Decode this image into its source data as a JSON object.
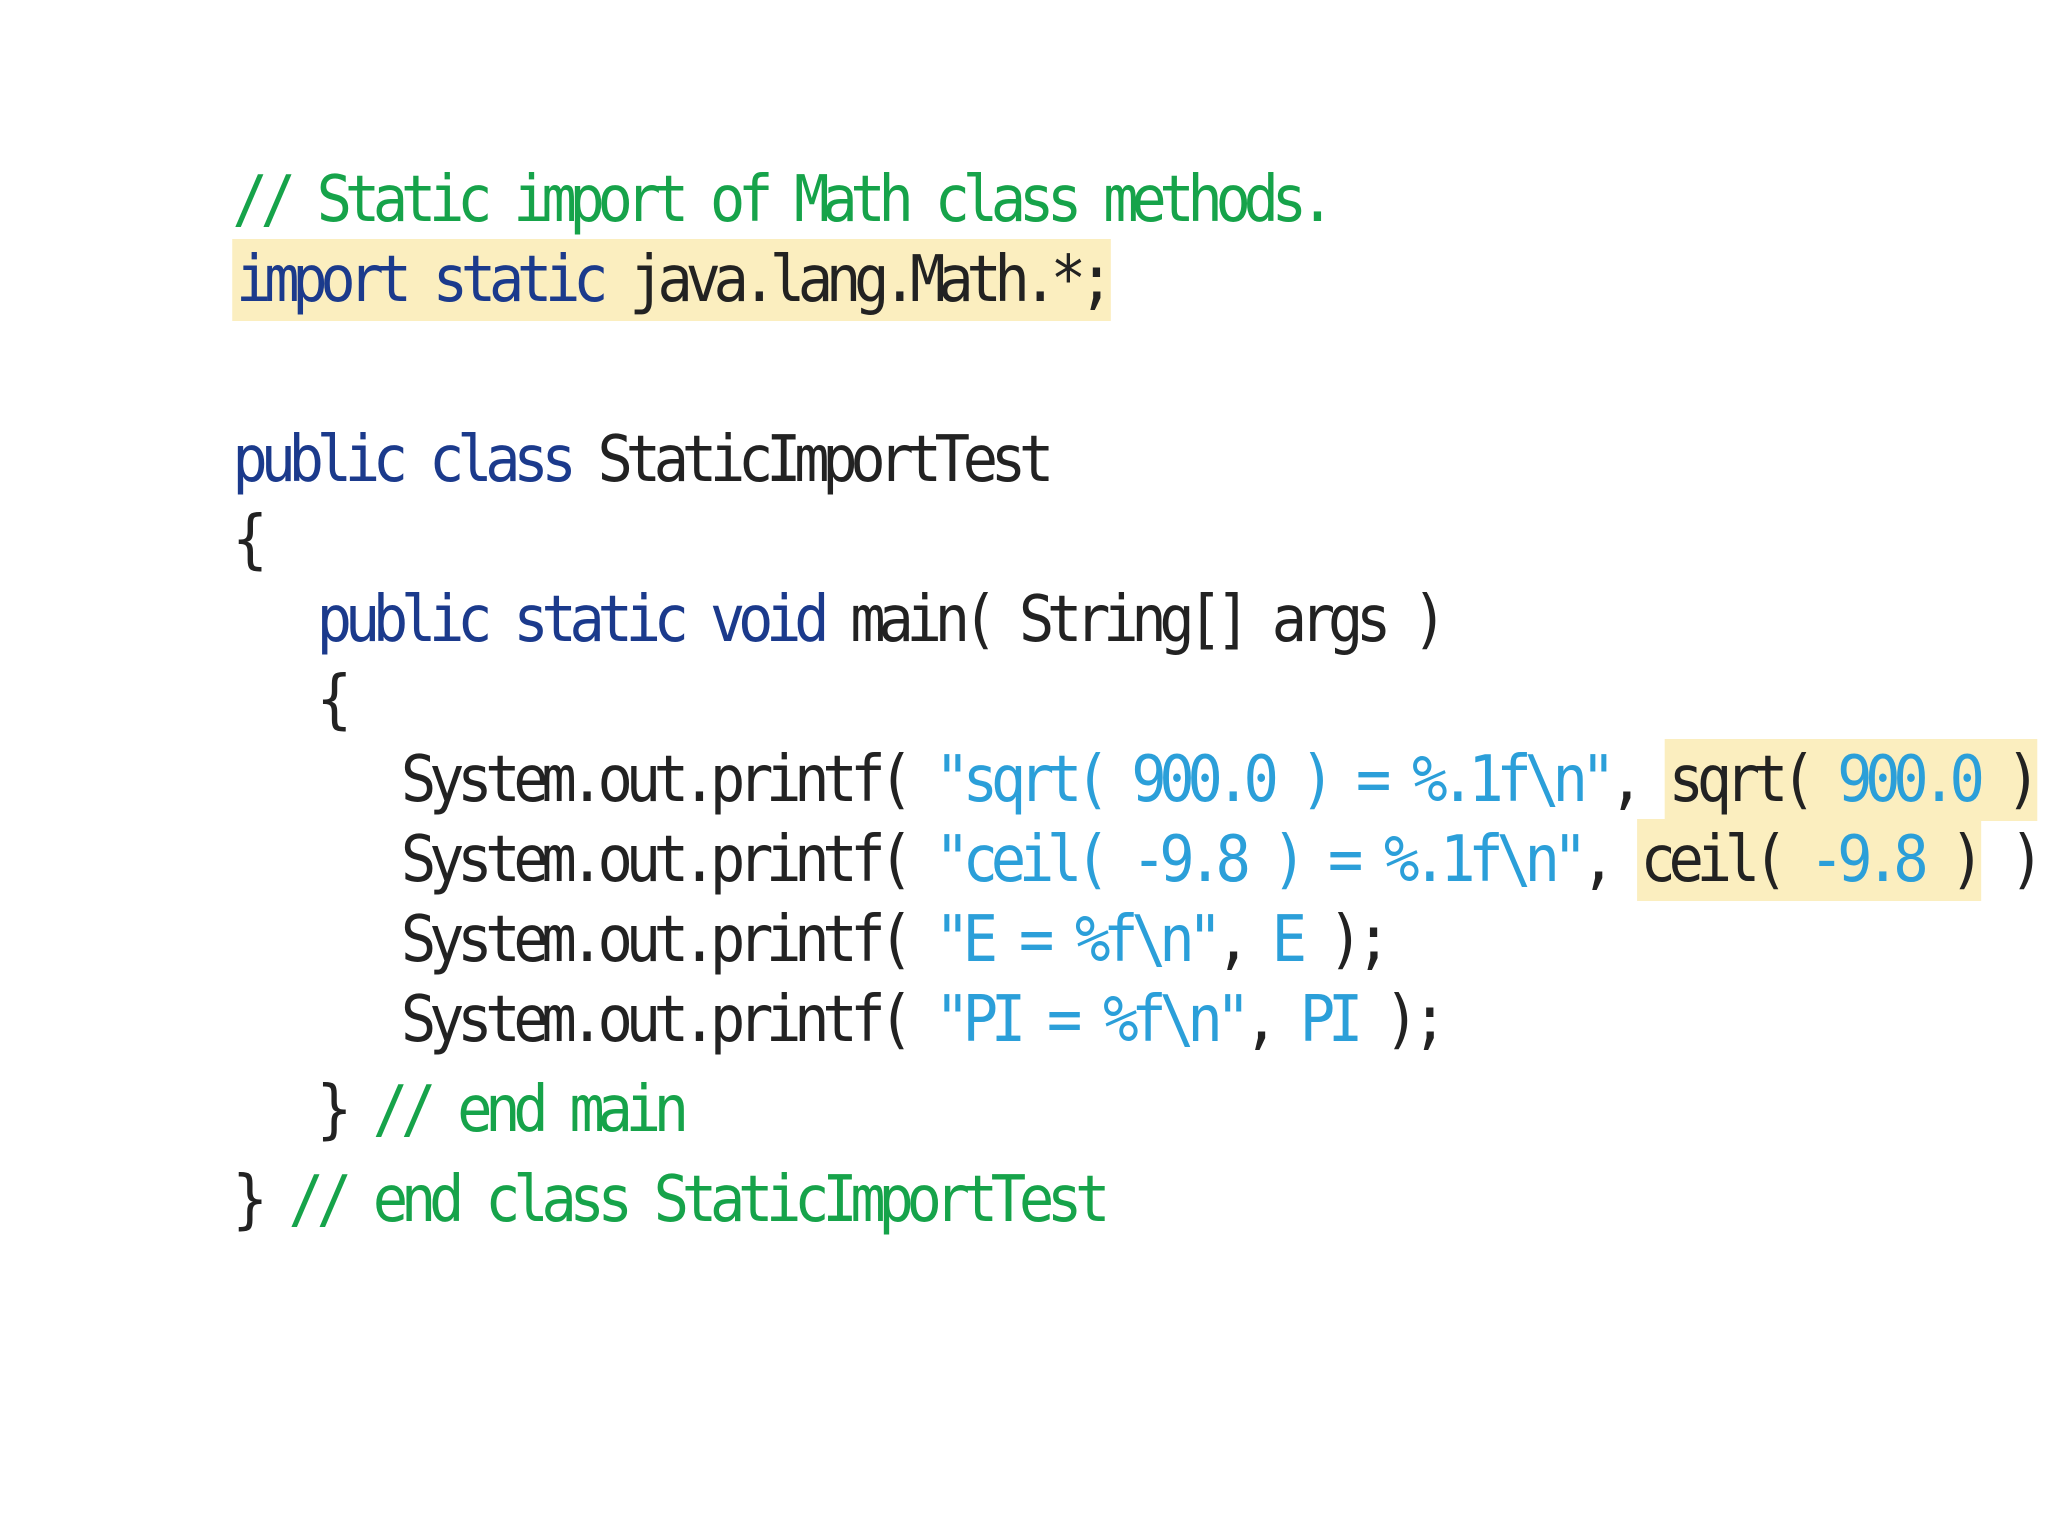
{
  "colors": {
    "comment": "#16a34a",
    "keyword": "#1b3a8c",
    "plain": "#222222",
    "string": "#2b9fd9",
    "highlight": "#fbeebf",
    "background": "#ffffff"
  },
  "code": {
    "l1": {
      "comment": "// Static import of Math class methods."
    },
    "l2": {
      "kw": "import static",
      "sp": " ",
      "plain": "java.lang.Math.*;"
    },
    "l4": {
      "kw": "public class",
      "sp": " ",
      "plain": "StaticImportTest"
    },
    "l5": {
      "plain": "{"
    },
    "l6": {
      "indent": "   ",
      "kw": "public static void",
      "sp": " ",
      "plain": "main( String[] args )"
    },
    "l7": {
      "indent": "   ",
      "plain": "{"
    },
    "l8": {
      "indent": "      ",
      "a": "System.out.printf( ",
      "s": "\"sqrt( 900.0 ) = %.1f\\n\"",
      "b": ", ",
      "h1": "sqrt( ",
      "h2": "900.0",
      "h3": " )",
      "c": " );"
    },
    "l9": {
      "indent": "      ",
      "a": "System.out.printf( ",
      "s": "\"ceil( -9.8 ) = %.1f\\n\"",
      "b": ", ",
      "h1": "ceil( ",
      "h2": "-9.8",
      "h3": " )",
      "c": " );"
    },
    "l10": {
      "indent": "      ",
      "a": "System.out.printf( ",
      "s": "\"E = %f\\n\"",
      "b": ", ",
      "v": "E",
      "c": " );"
    },
    "l11": {
      "indent": "      ",
      "a": "System.out.printf( ",
      "s": "\"PI = %f\\n\"",
      "b": ", ",
      "v": "PI",
      "c": " );"
    },
    "l12": {
      "indent": "   ",
      "plain": "} ",
      "comment": "// end main"
    },
    "l13": {
      "plain": "} ",
      "comment": "// end class StaticImportTest"
    }
  }
}
